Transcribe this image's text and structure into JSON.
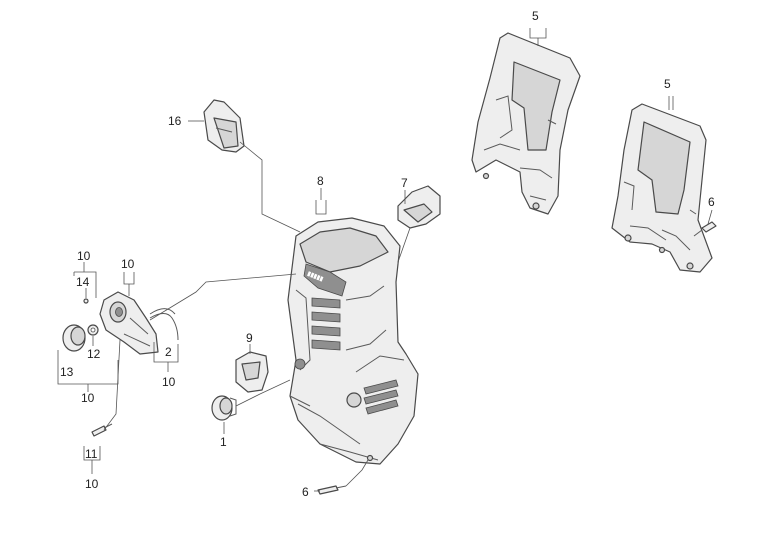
{
  "callouts": {
    "c1": "1",
    "c2": "2",
    "c5a": "5",
    "c5b": "5",
    "c6a": "6",
    "c6b": "6",
    "c7": "7",
    "c8": "8",
    "c9": "9",
    "c10a": "10",
    "c10b": "10",
    "c10c": "10",
    "c10d": "10",
    "c10e": "10",
    "c11": "11",
    "c12": "12",
    "c13": "13",
    "c14": "14",
    "c16": "16"
  },
  "colors": {
    "part_fill": "#eeeeee",
    "part_outline": "#4a4a4a",
    "slot_fill": "#8f8f8f"
  }
}
